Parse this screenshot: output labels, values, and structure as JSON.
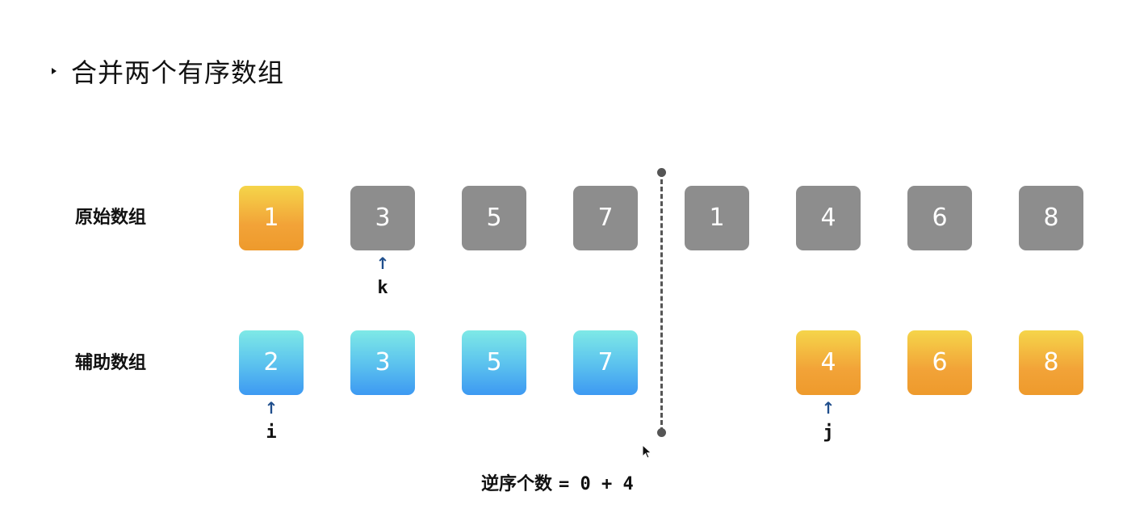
{
  "title": "合并两个有序数组",
  "original": {
    "label": "原始数组",
    "cells": [
      {
        "value": "1",
        "style": "orange"
      },
      {
        "value": "3",
        "style": "gray"
      },
      {
        "value": "5",
        "style": "gray"
      },
      {
        "value": "7",
        "style": "gray"
      },
      {
        "value": "1",
        "style": "gray"
      },
      {
        "value": "4",
        "style": "gray"
      },
      {
        "value": "6",
        "style": "gray"
      },
      {
        "value": "8",
        "style": "gray"
      }
    ],
    "pointer": {
      "arrow": "↑",
      "name": "k",
      "index": 1
    }
  },
  "auxiliary": {
    "label": "辅助数组",
    "cells": [
      {
        "value": "2",
        "style": "blue"
      },
      {
        "value": "3",
        "style": "blue"
      },
      {
        "value": "5",
        "style": "blue"
      },
      {
        "value": "7",
        "style": "blue"
      },
      {
        "value": "",
        "style": "empty"
      },
      {
        "value": "4",
        "style": "orange"
      },
      {
        "value": "6",
        "style": "orange"
      },
      {
        "value": "8",
        "style": "orange"
      }
    ],
    "pointers": [
      {
        "arrow": "↑",
        "name": "i",
        "index": 0
      },
      {
        "arrow": "↑",
        "name": "j",
        "index": 5
      }
    ]
  },
  "inversion": {
    "label": "逆序个数",
    "formula": "= 0 + 4"
  },
  "colors": {
    "gray": "#8d8d8d",
    "orange": "#f2a338",
    "blue": "#3d99f2",
    "cyan": "#7ee9e6",
    "arrow": "#1f4e8c",
    "divider": "#555555"
  }
}
